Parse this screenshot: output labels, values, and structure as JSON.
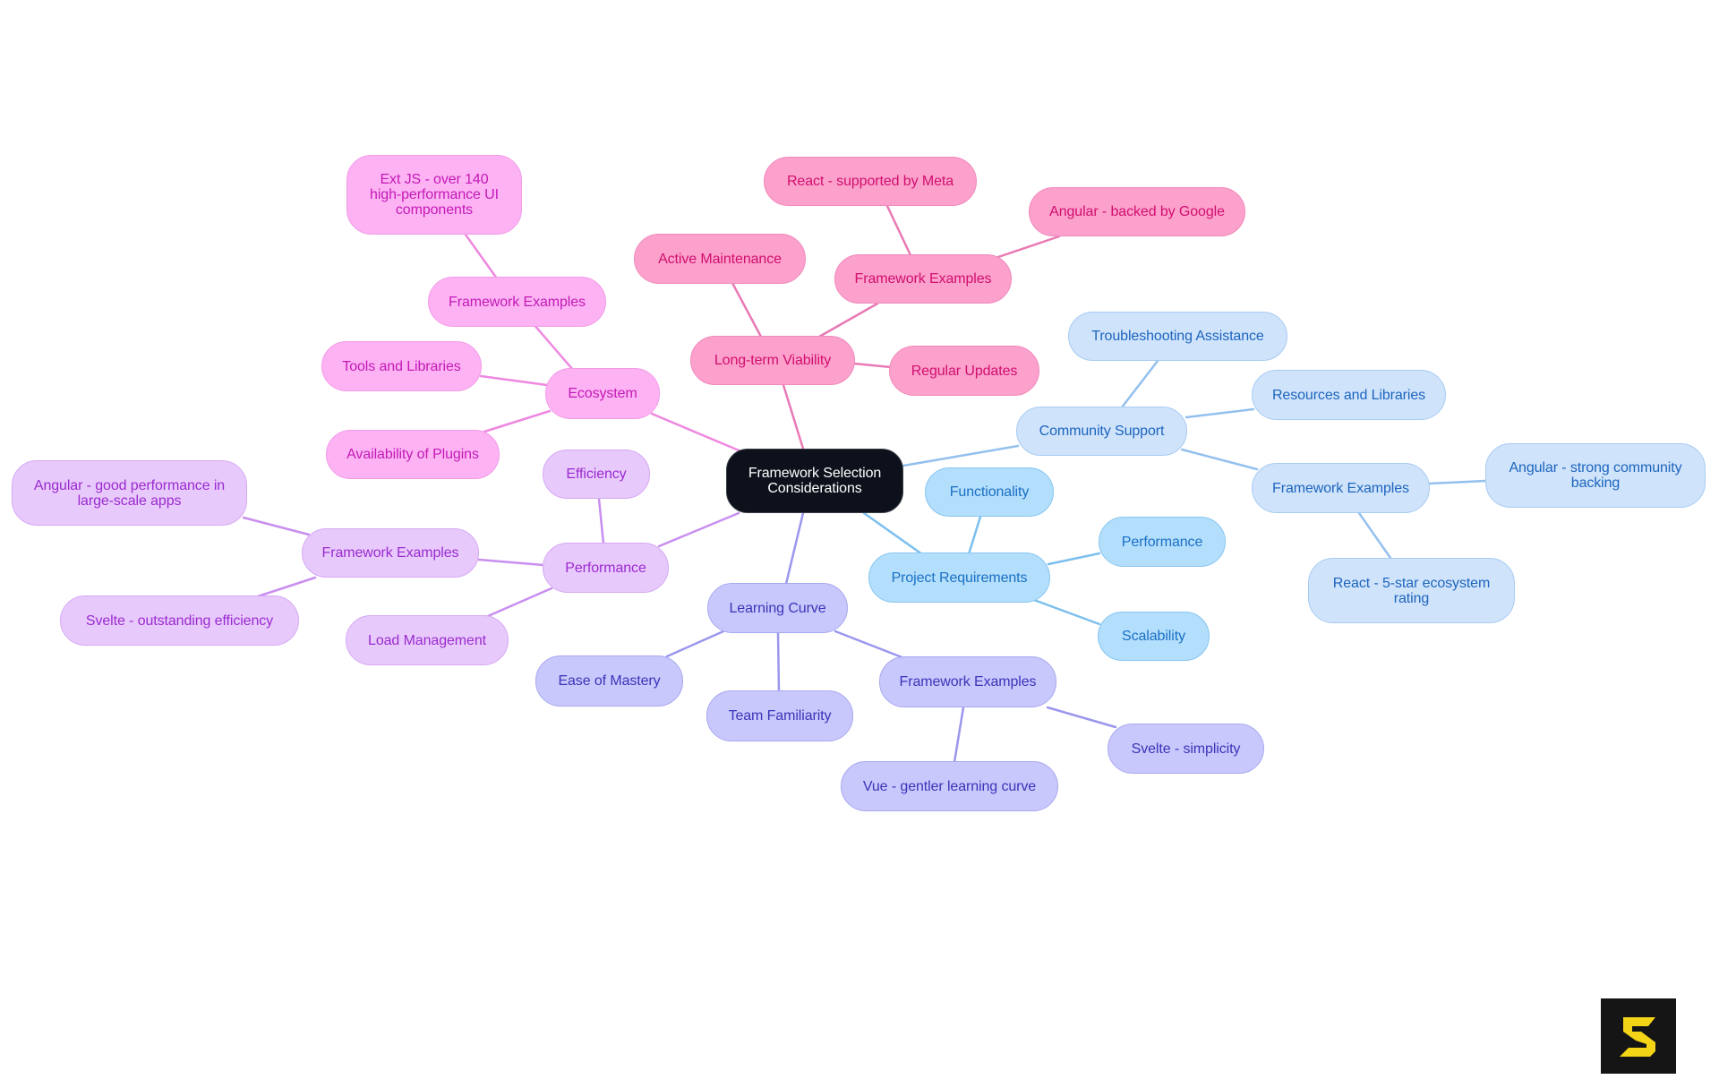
{
  "diagram": {
    "type": "mindmap",
    "root": "Framework Selection Considerations",
    "colors": {
      "root_bg": "#0c111b",
      "ecosystem": "#fdb2f4",
      "long_term_viability": "#fca0cc",
      "community_support": "#cfe3fb",
      "project_requirements": "#b3defc",
      "performance": "#e8c9fc",
      "learning_curve": "#c8c8fc"
    },
    "nodes": {
      "root": "Framework Selection Considerations",
      "ecosystem": "Ecosystem",
      "eco_fe": "Framework Examples",
      "eco_extjs": "Ext JS - over 140 high-performance UI components",
      "eco_tools": "Tools and Libraries",
      "eco_plugins": "Availability of Plugins",
      "ltv": "Long-term Viability",
      "ltv_active": "Active Maintenance",
      "ltv_fe": "Framework Examples",
      "ltv_react": "React - supported by Meta",
      "ltv_angular": "Angular - backed by Google",
      "ltv_updates": "Regular Updates",
      "cs": "Community Support",
      "cs_trouble": "Troubleshooting Assistance",
      "cs_resources": "Resources and Libraries",
      "cs_fe": "Framework Examples",
      "cs_angular": "Angular - strong community backing",
      "cs_react": "React - 5-star ecosystem rating",
      "pr": "Project Requirements",
      "pr_func": "Functionality",
      "pr_perf": "Performance",
      "pr_scal": "Scalability",
      "perf": "Performance",
      "perf_eff": "Efficiency",
      "perf_fe": "Framework Examples",
      "perf_angular": "Angular - good performance in large-scale apps",
      "perf_svelte": "Svelte - outstanding efficiency",
      "perf_load": "Load Management",
      "lc": "Learning Curve",
      "lc_ease": "Ease of Mastery",
      "lc_team": "Team Familiarity",
      "lc_fe": "Framework Examples",
      "lc_vue": "Vue - gentler learning curve",
      "lc_svelte": "Svelte - simplicity"
    },
    "logo": {
      "icon": "s-logo-icon",
      "bg": "#151515",
      "fg": "#f4d416"
    }
  }
}
